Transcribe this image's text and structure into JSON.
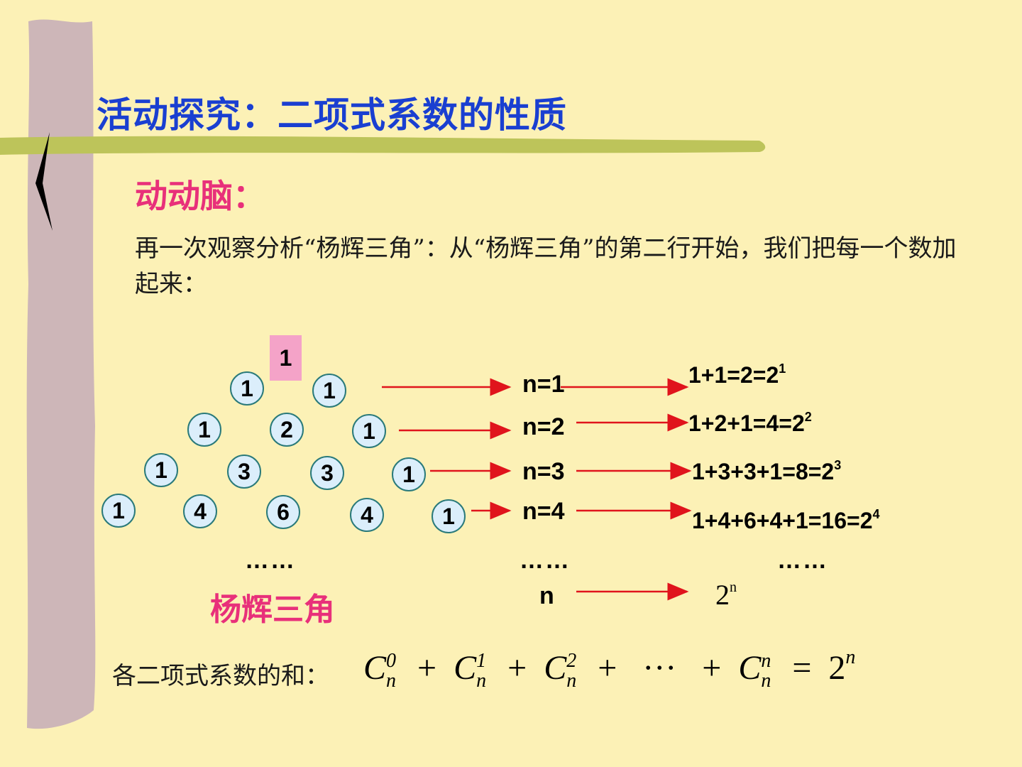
{
  "title": "活动探究：二项式系数的性质",
  "subtitle": "动动脑：",
  "paragraph": "再一次观察分析“杨辉三角”：从“杨辉三角”的第二行开始，我们把每一个数加起来：",
  "triangle": {
    "top": "1",
    "rows": [
      [
        "1",
        "1"
      ],
      [
        "1",
        "2",
        "1"
      ],
      [
        "1",
        "3",
        "3",
        "1"
      ],
      [
        "1",
        "4",
        "6",
        "4",
        "1"
      ]
    ]
  },
  "n_labels": [
    "n=1",
    "n=2",
    "n=3",
    "n=4"
  ],
  "equations": [
    {
      "base": "1+1=2=2",
      "exp": "1"
    },
    {
      "base": "1+2+1=4=2",
      "exp": "2"
    },
    {
      "base": "1+3+3+1=8=2",
      "exp": "3"
    },
    {
      "base": "1+4+6+4+1=16=2",
      "exp": "4"
    }
  ],
  "ellipsis": "……",
  "n_general": "n",
  "two_n": {
    "base": "2",
    "exp": "n"
  },
  "caption": "杨辉三角",
  "sum_label": "各二项式系数的和：",
  "formula": {
    "terms": [
      {
        "c": "C",
        "sup": "0",
        "sub": "n"
      },
      {
        "c": "C",
        "sup": "1",
        "sub": "n"
      },
      {
        "c": "C",
        "sup": "2",
        "sub": "n"
      },
      {
        "c": "C",
        "sup": "n",
        "sub": "n"
      }
    ],
    "plus": "+",
    "cdots": "···",
    "equals": "=",
    "rhs_base": "2",
    "rhs_exp": "n"
  },
  "colors": {
    "title": "#1a3fd1",
    "accent": "#e8307a",
    "arrow": "#e0141c",
    "background": "#fcf1b6"
  }
}
